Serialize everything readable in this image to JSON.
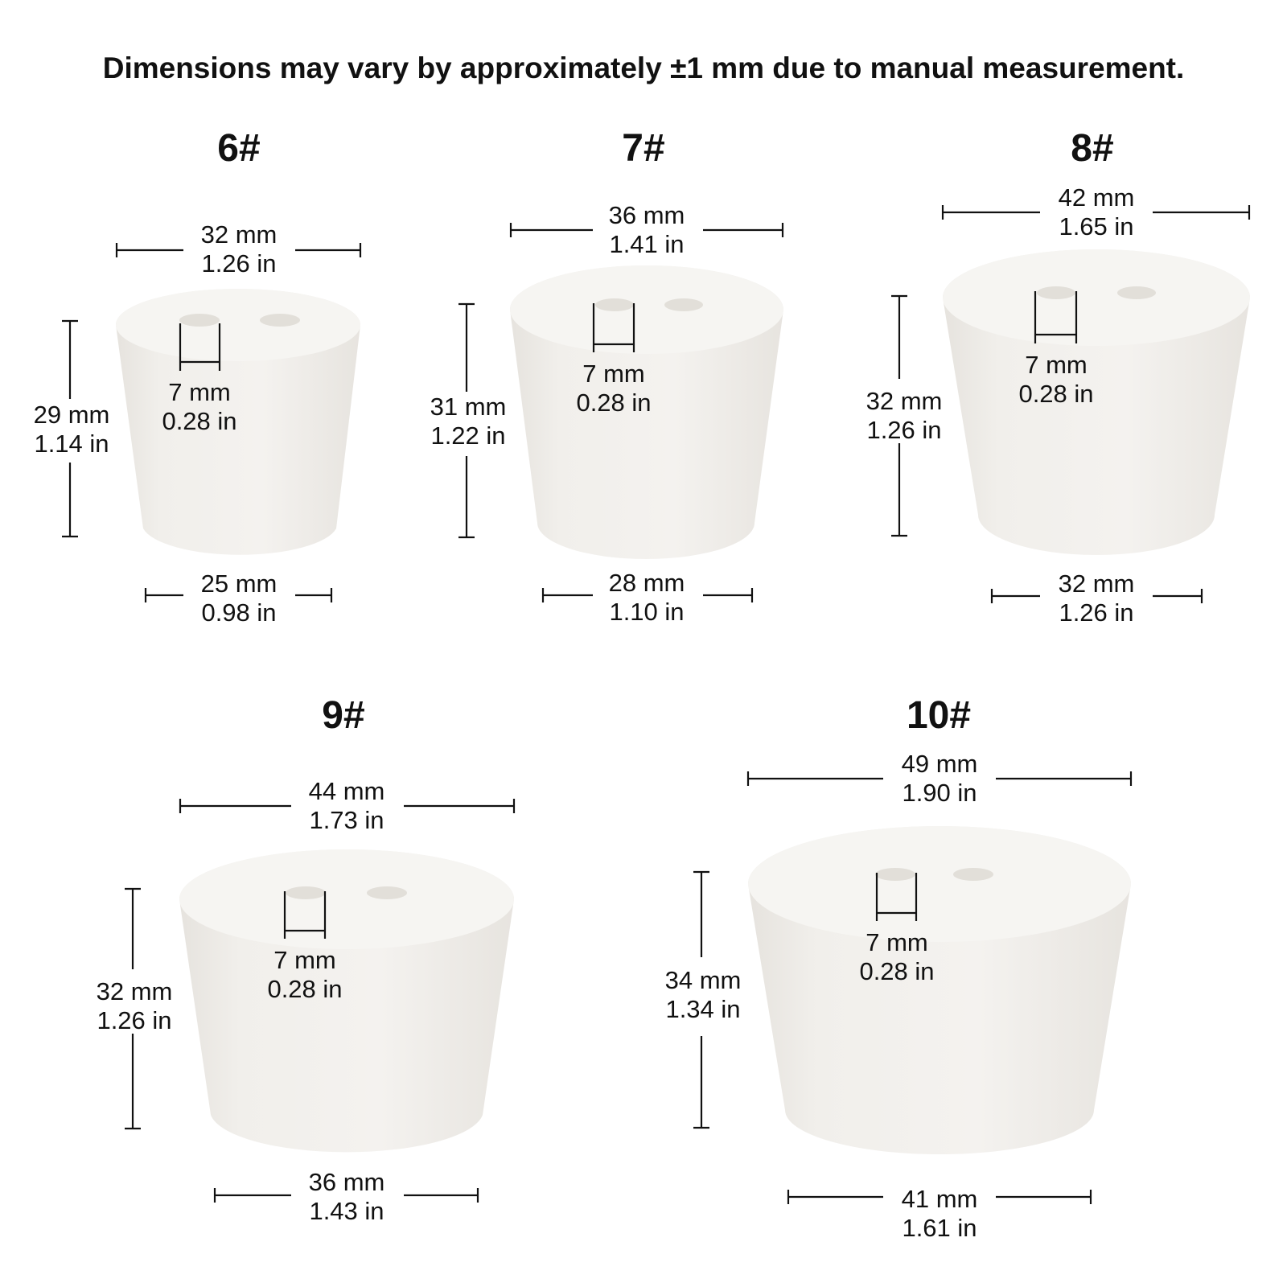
{
  "notice": "Dimensions may vary by approximately ±1 mm due to manual measurement.",
  "stoppers": [
    {
      "size": "6#",
      "top_diameter": {
        "mm": "32 mm",
        "in": "1.26 in"
      },
      "height": {
        "mm": "29 mm",
        "in": "1.14 in"
      },
      "hole": {
        "mm": "7 mm",
        "in": "0.28 in"
      },
      "bottom_diameter": {
        "mm": "25 mm",
        "in": "0.98 in"
      }
    },
    {
      "size": "7#",
      "top_diameter": {
        "mm": "36 mm",
        "in": "1.41 in"
      },
      "height": {
        "mm": "31 mm",
        "in": "1.22 in"
      },
      "hole": {
        "mm": "7 mm",
        "in": "0.28 in"
      },
      "bottom_diameter": {
        "mm": "28 mm",
        "in": "1.10 in"
      }
    },
    {
      "size": "8#",
      "top_diameter": {
        "mm": "42 mm",
        "in": "1.65 in"
      },
      "height": {
        "mm": "32 mm",
        "in": "1.26 in"
      },
      "hole": {
        "mm": "7 mm",
        "in": "0.28 in"
      },
      "bottom_diameter": {
        "mm": "32 mm",
        "in": "1.26 in"
      }
    },
    {
      "size": "9#",
      "top_diameter": {
        "mm": "44 mm",
        "in": "1.73 in"
      },
      "height": {
        "mm": "32 mm",
        "in": "1.26 in"
      },
      "hole": {
        "mm": "7 mm",
        "in": "0.28 in"
      },
      "bottom_diameter": {
        "mm": "36 mm",
        "in": "1.43 in"
      }
    },
    {
      "size": "10#",
      "top_diameter": {
        "mm": "49 mm",
        "in": "1.90 in"
      },
      "height": {
        "mm": "34 mm",
        "in": "1.34 in"
      },
      "hole": {
        "mm": "7 mm",
        "in": "0.28 in"
      },
      "bottom_diameter": {
        "mm": "41 mm",
        "in": "1.61 in"
      }
    }
  ],
  "colors": {
    "stopper_body": "#f0eeea",
    "stopper_top": "#f6f5f2",
    "hole": "#e4e1db",
    "line": "#111111"
  }
}
